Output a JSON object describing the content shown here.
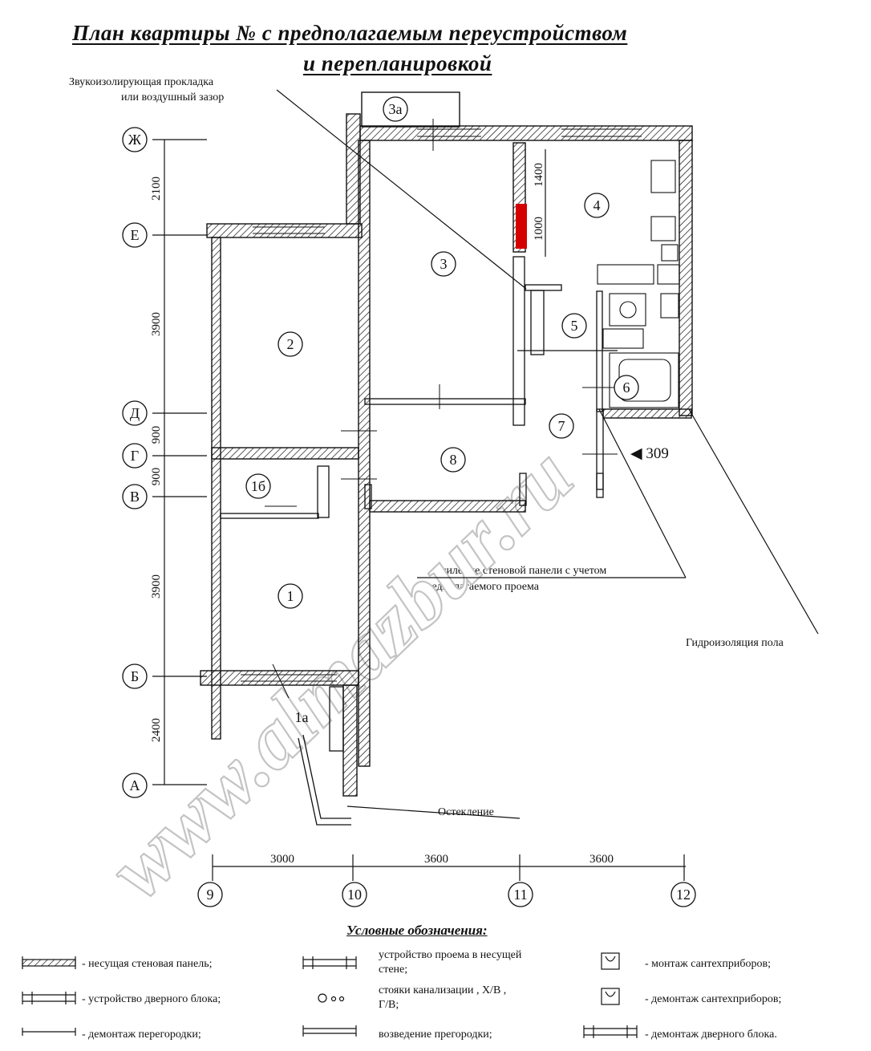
{
  "title": {
    "line1": "План квартиры №         с предполагаемым переустройством",
    "line2": "и перепланировкой"
  },
  "notes": {
    "soundproof_1": "Звукоизолирующая прокладка",
    "soundproof_2": "или воздушный зазор",
    "reinforce_1": "Усиление стеновой панели с учетом",
    "reinforce_2": "предполагаемого проема",
    "waterproof": "Гидроизоляция пола",
    "glazing": "Остекление",
    "mark_309": "◀ 309"
  },
  "rooms": [
    "1",
    "1а",
    "1б",
    "2",
    "3",
    "3а",
    "4",
    "5",
    "6",
    "7",
    "8"
  ],
  "axes": {
    "rows": [
      "Ж",
      "Е",
      "Д",
      "Г",
      "В",
      "Б",
      "А"
    ],
    "cols": [
      "9",
      "10",
      "11",
      "12"
    ]
  },
  "dims": {
    "left": [
      "2100",
      "3900",
      "900",
      "900",
      "3900",
      "2400"
    ],
    "bottom": [
      "3000",
      "3600",
      "3600"
    ],
    "inner": [
      "1400",
      "1000"
    ]
  },
  "watermark": "www.almazbur.ru",
  "legend": {
    "title": "Условные обозначения:",
    "items": [
      "- несущая стеновая панель;",
      "- устройство дверного блока;",
      "- демонтаж перегородки;",
      "устройство проема в несущей",
      "стене;",
      "стояки канализации , Х/В ,",
      "Г/В;",
      "возведение прегородки;",
      "- монтаж сантехприборов;",
      "- демонтаж сантехприборов;",
      "- демонтаж дверного блока."
    ]
  },
  "colors": {
    "ink": "#111111",
    "highlight": "#d40000"
  }
}
